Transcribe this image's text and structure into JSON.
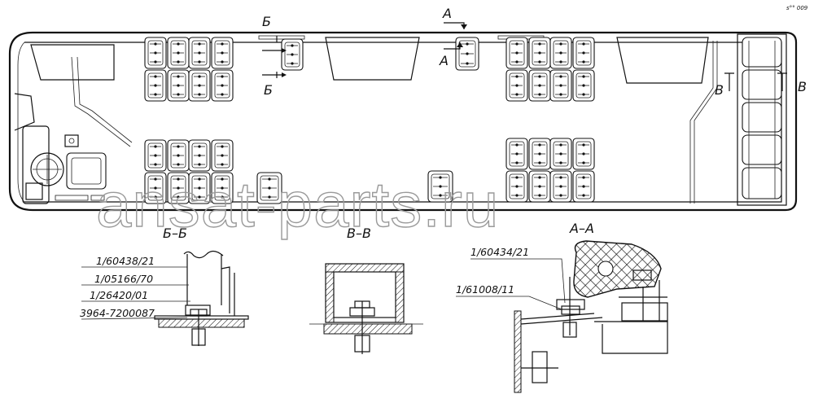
{
  "drawing": {
    "watermark": "ansat-parts.ru",
    "corner_note": "s°° 009",
    "sections": {
      "b_top": "Б",
      "b_bottom": "Б",
      "a_top": "А",
      "a_side": "А",
      "v_left": "В",
      "v_right": "В",
      "bb": "Б–Б",
      "vv": "В–В",
      "aa": "А–А"
    },
    "part_numbers_bb": [
      "1/60438/21",
      "1/05166/70",
      "1/26420/01",
      "3964-7200087"
    ],
    "part_numbers_aa": [
      "1/60434/21",
      "1/61008/11"
    ]
  }
}
